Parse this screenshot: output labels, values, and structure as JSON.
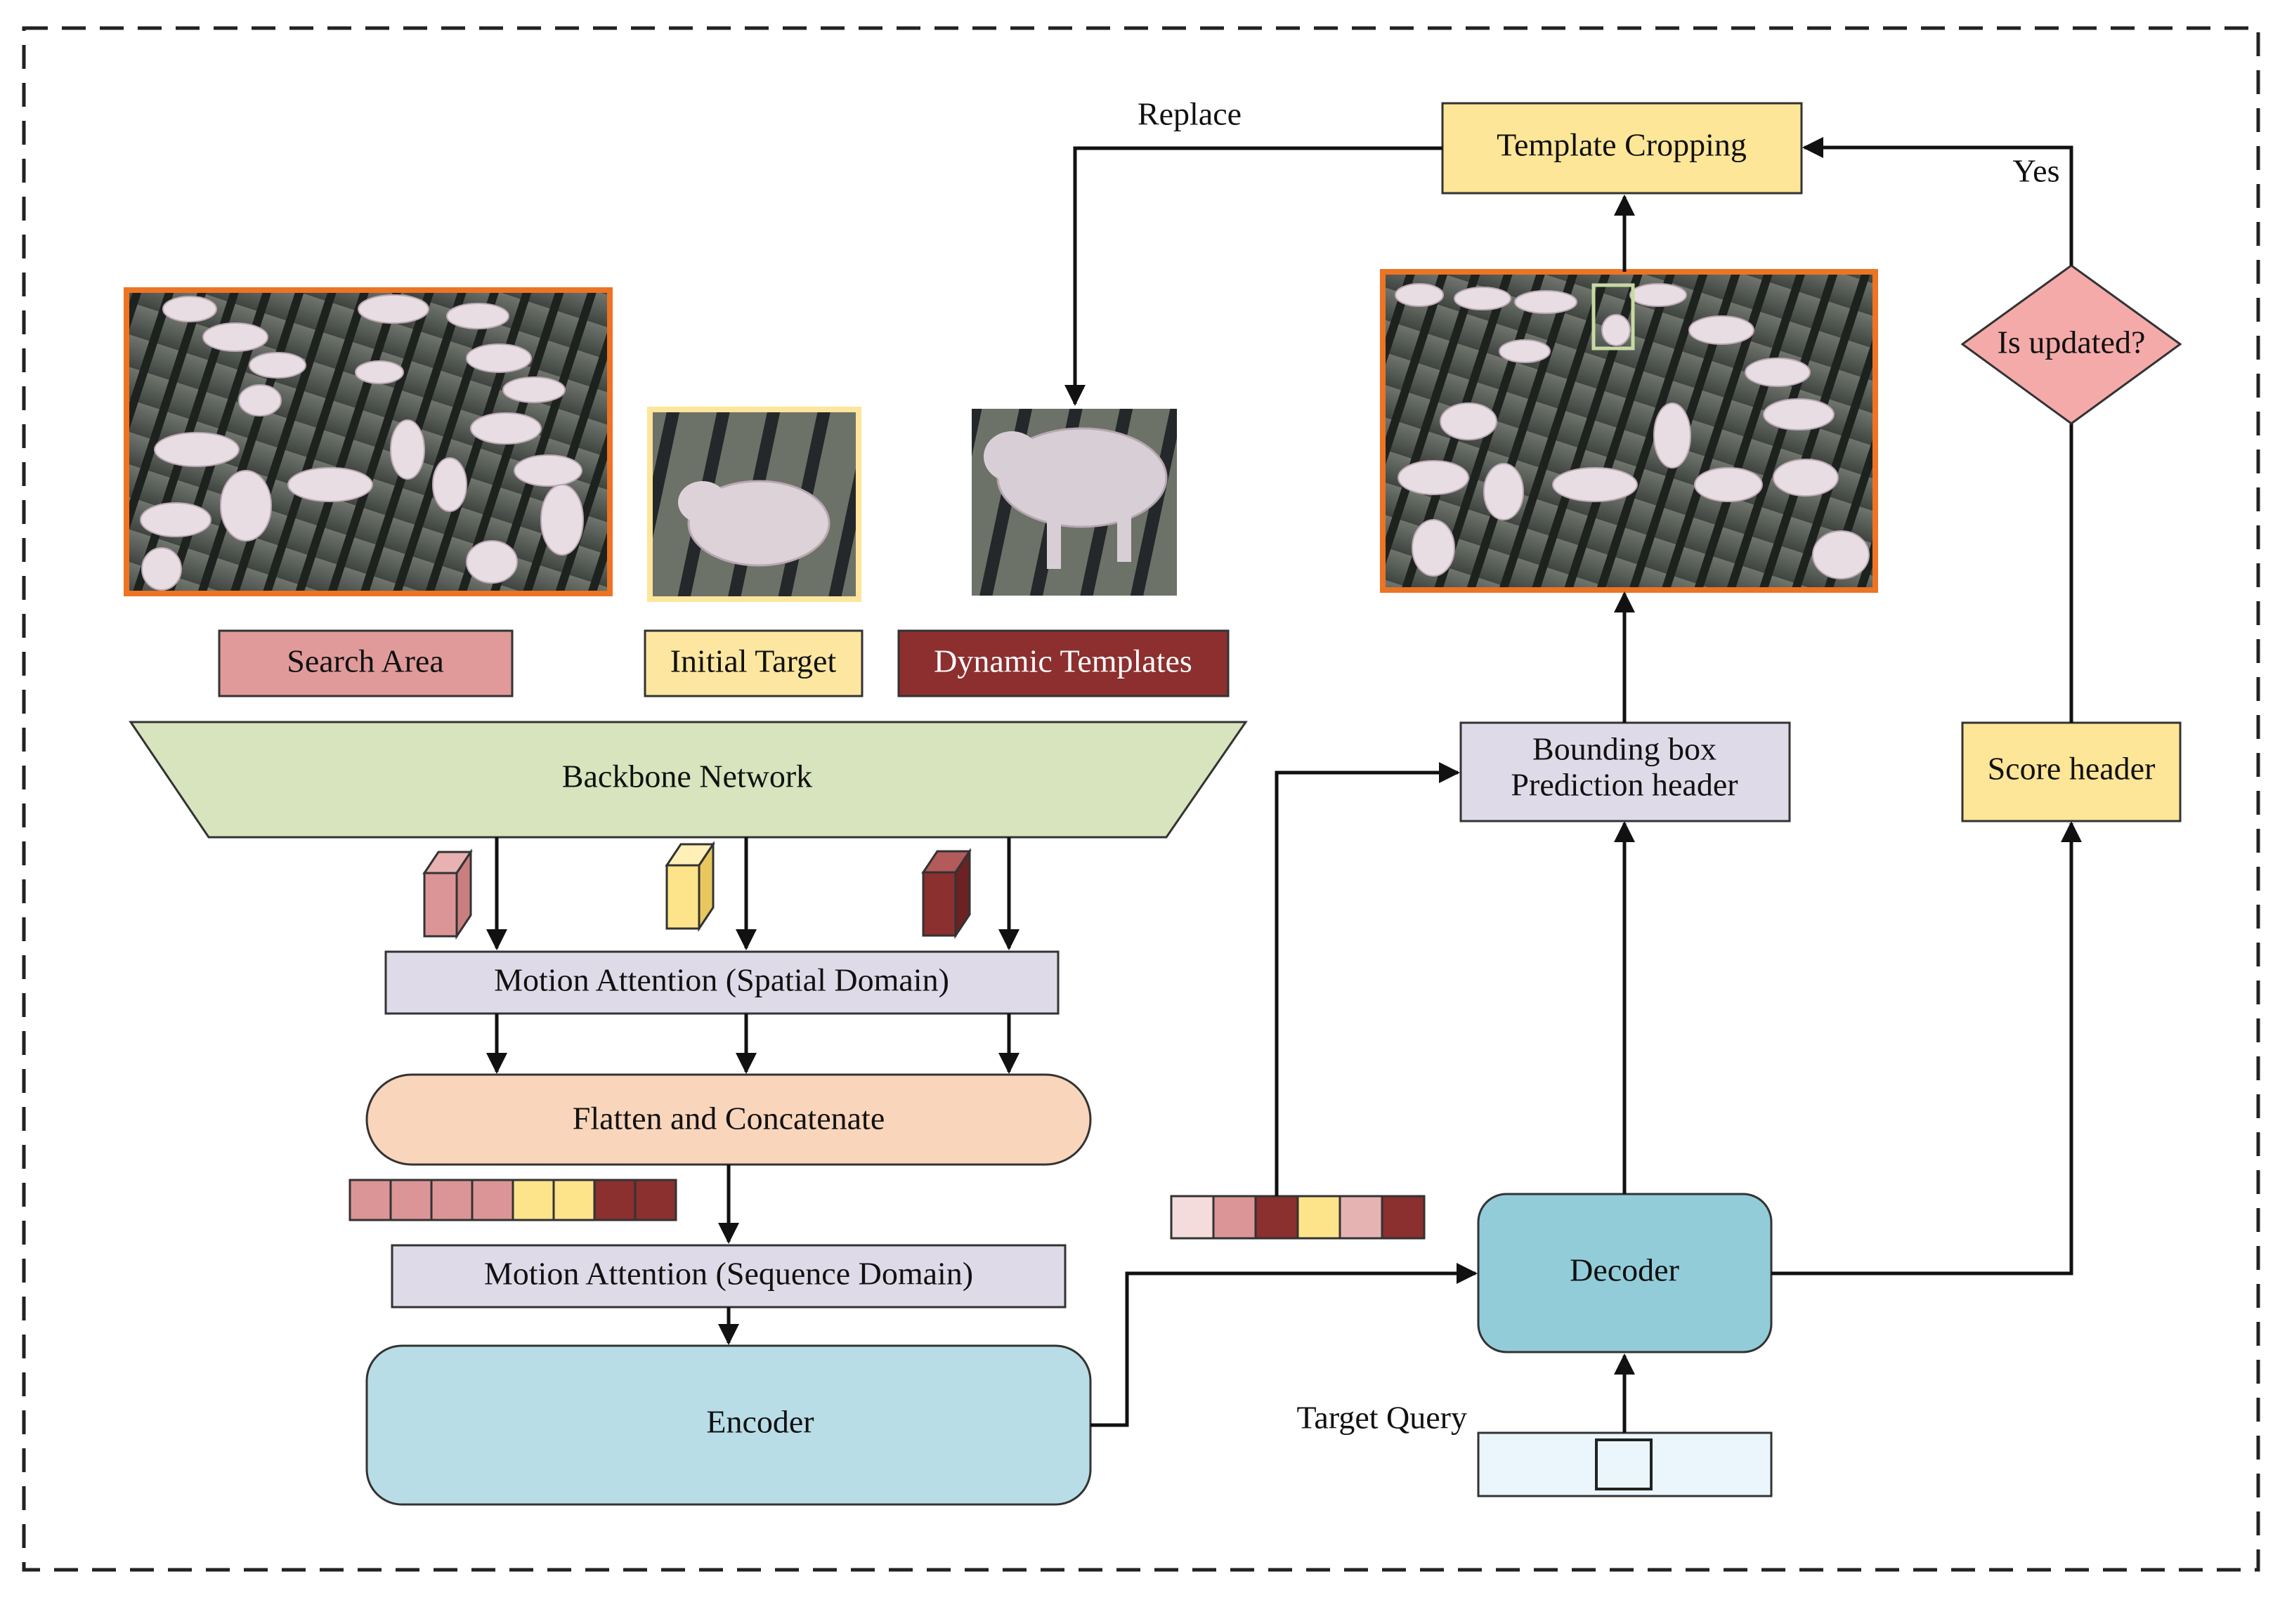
{
  "labels": {
    "replace": "Replace",
    "yes": "Yes",
    "template_cropping": "Template Cropping",
    "is_updated": "Is updated?",
    "search_area": "Search Area",
    "initial_target": "Initial Target",
    "dynamic_templates": "Dynamic Templates",
    "backbone_network": "Backbone Network",
    "bbox_line1": "Bounding box",
    "bbox_line2": "Prediction header",
    "score_header": "Score header",
    "motion_attention_spatial": "Motion Attention (Spatial Domain)",
    "flatten_concatenate": "Flatten and Concatenate",
    "motion_attention_sequence": "Motion Attention (Sequence Domain)",
    "encoder": "Encoder",
    "decoder": "Decoder",
    "target_query": "Target Query"
  },
  "colors": {
    "pink_token": "#dc9597",
    "yellow_token": "#fde38a",
    "dark_red_token": "#8b2f2f",
    "light_pink_token": "#f5dcdc",
    "mid_pink_token": "#e6b3b3",
    "search_area_fill": "#e09a9a",
    "initial_target_fill": "#fde7a0",
    "dynamic_templates_fill": "#8d2f2f",
    "backbone_fill": "#d7e4bd",
    "motion_attention_fill": "#dedae8",
    "flatten_fill": "#f9d5bb",
    "encoder_fill": "#b8dde7",
    "decoder_fill": "#92ccd9",
    "template_cropping_fill": "#fde697",
    "score_header_fill": "#fde697",
    "decision_fill": "#f4aaa9",
    "target_query_fill": "#eaf5fc",
    "image_border_orange": "#ec7424",
    "image_border_yellow": "#fde59b"
  },
  "token_sequences": {
    "concat_sequence": [
      "pink",
      "pink",
      "pink",
      "pink",
      "yellow",
      "yellow",
      "dark_red",
      "dark_red"
    ],
    "decoder_output_sequence": [
      "light_pink",
      "pink",
      "dark_red",
      "yellow",
      "mid_pink",
      "dark_red"
    ]
  }
}
